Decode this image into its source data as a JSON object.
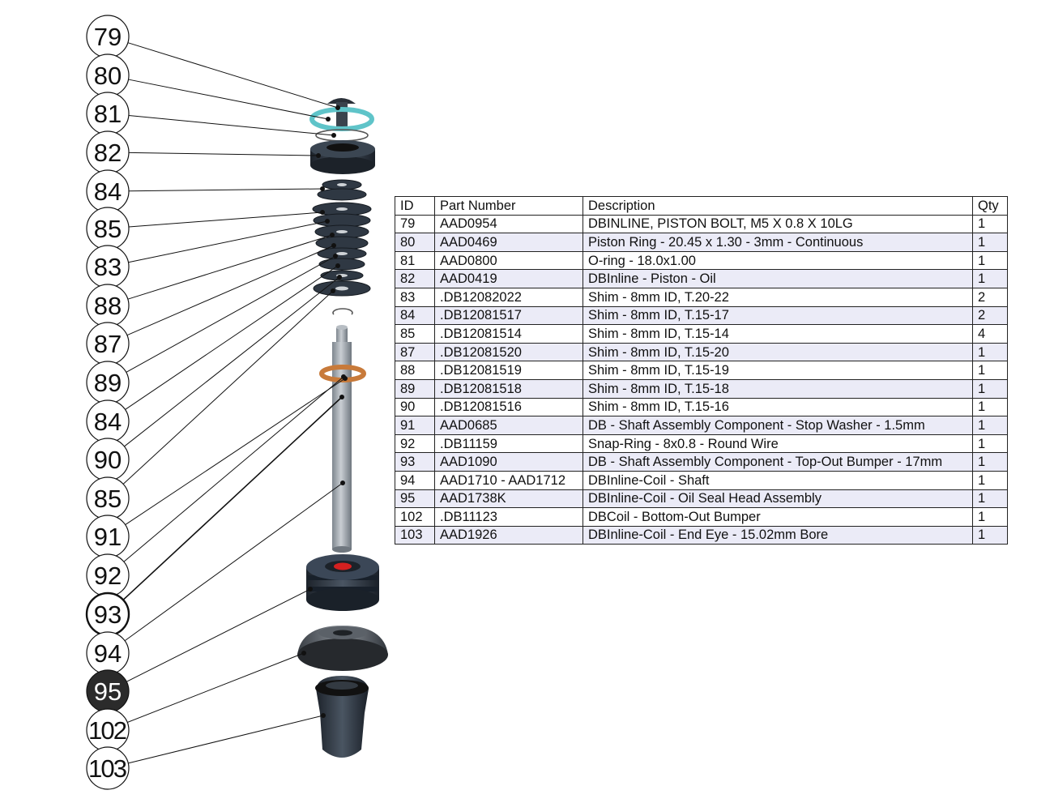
{
  "callouts": [
    {
      "label": "79",
      "style": "normal"
    },
    {
      "label": "80",
      "style": "normal"
    },
    {
      "label": "81",
      "style": "normal"
    },
    {
      "label": "82",
      "style": "normal"
    },
    {
      "label": "84",
      "style": "normal"
    },
    {
      "label": "85",
      "style": "normal"
    },
    {
      "label": "83",
      "style": "normal"
    },
    {
      "label": "88",
      "style": "normal"
    },
    {
      "label": "87",
      "style": "normal"
    },
    {
      "label": "89",
      "style": "normal"
    },
    {
      "label": "84",
      "style": "normal"
    },
    {
      "label": "90",
      "style": "normal"
    },
    {
      "label": "85",
      "style": "normal"
    },
    {
      "label": "91",
      "style": "normal"
    },
    {
      "label": "92",
      "style": "normal"
    },
    {
      "label": "93",
      "style": "bold"
    },
    {
      "label": "94",
      "style": "normal"
    },
    {
      "label": "95",
      "style": "filled"
    },
    {
      "label": "102",
      "style": "normal"
    },
    {
      "label": "103",
      "style": "normal"
    }
  ],
  "table": {
    "headers": [
      "ID",
      "Part Number",
      "Description",
      "Qty"
    ],
    "rows": [
      [
        "79",
        "AAD0954",
        "DBINLINE, PISTON BOLT, M5 X 0.8 X 10LG",
        "1"
      ],
      [
        "80",
        "AAD0469",
        "Piston Ring - 20.45 x 1.30 - 3mm - Continuous",
        "1"
      ],
      [
        "81",
        "AAD0800",
        "O-ring - 18.0x1.00",
        "1"
      ],
      [
        "82",
        "AAD0419",
        "DBInline - Piston - Oil",
        "1"
      ],
      [
        "83",
        ".DB12082022",
        "Shim - 8mm ID, T.20-22",
        "2"
      ],
      [
        "84",
        ".DB12081517",
        "Shim - 8mm ID, T.15-17",
        "2"
      ],
      [
        "85",
        ".DB12081514",
        "Shim - 8mm ID, T.15-14",
        "4"
      ],
      [
        "87",
        ".DB12081520",
        "Shim - 8mm ID, T.15-20",
        "1"
      ],
      [
        "88",
        ".DB12081519",
        "Shim - 8mm ID, T.15-19",
        "1"
      ],
      [
        "89",
        ".DB12081518",
        "Shim - 8mm ID, T.15-18",
        "1"
      ],
      [
        "90",
        ".DB12081516",
        "Shim - 8mm ID, T.15-16",
        "1"
      ],
      [
        "91",
        "AAD0685",
        "DB - Shaft Assembly Component - Stop Washer - 1.5mm",
        "1"
      ],
      [
        "92",
        ".DB11159",
        "Snap-Ring - 8x0.8 - Round Wire",
        "1"
      ],
      [
        "93",
        "AAD1090",
        "DB - Shaft Assembly Component - Top-Out Bumper - 17mm",
        "1"
      ],
      [
        "94",
        "AAD1710 - AAD1712",
        "DBInline-Coil - Shaft",
        "1"
      ],
      [
        "95",
        "AAD1738K",
        "DBInline-Coil - Oil Seal Head Assembly",
        "1"
      ],
      [
        "102",
        ".DB11123",
        "DBCoil - Bottom-Out Bumper",
        "1"
      ],
      [
        "103",
        "AAD1926",
        "DBInline-Coil - End Eye - 15.02mm Bore",
        "1"
      ]
    ]
  },
  "colors": {
    "piston_ring": "#5fc4c9",
    "washer": "#c87a3a",
    "shaft": "#9aa3ab",
    "part_dark": "#2c3440",
    "seal_red": "#d42020",
    "row_stripe": "#ebebf7"
  }
}
